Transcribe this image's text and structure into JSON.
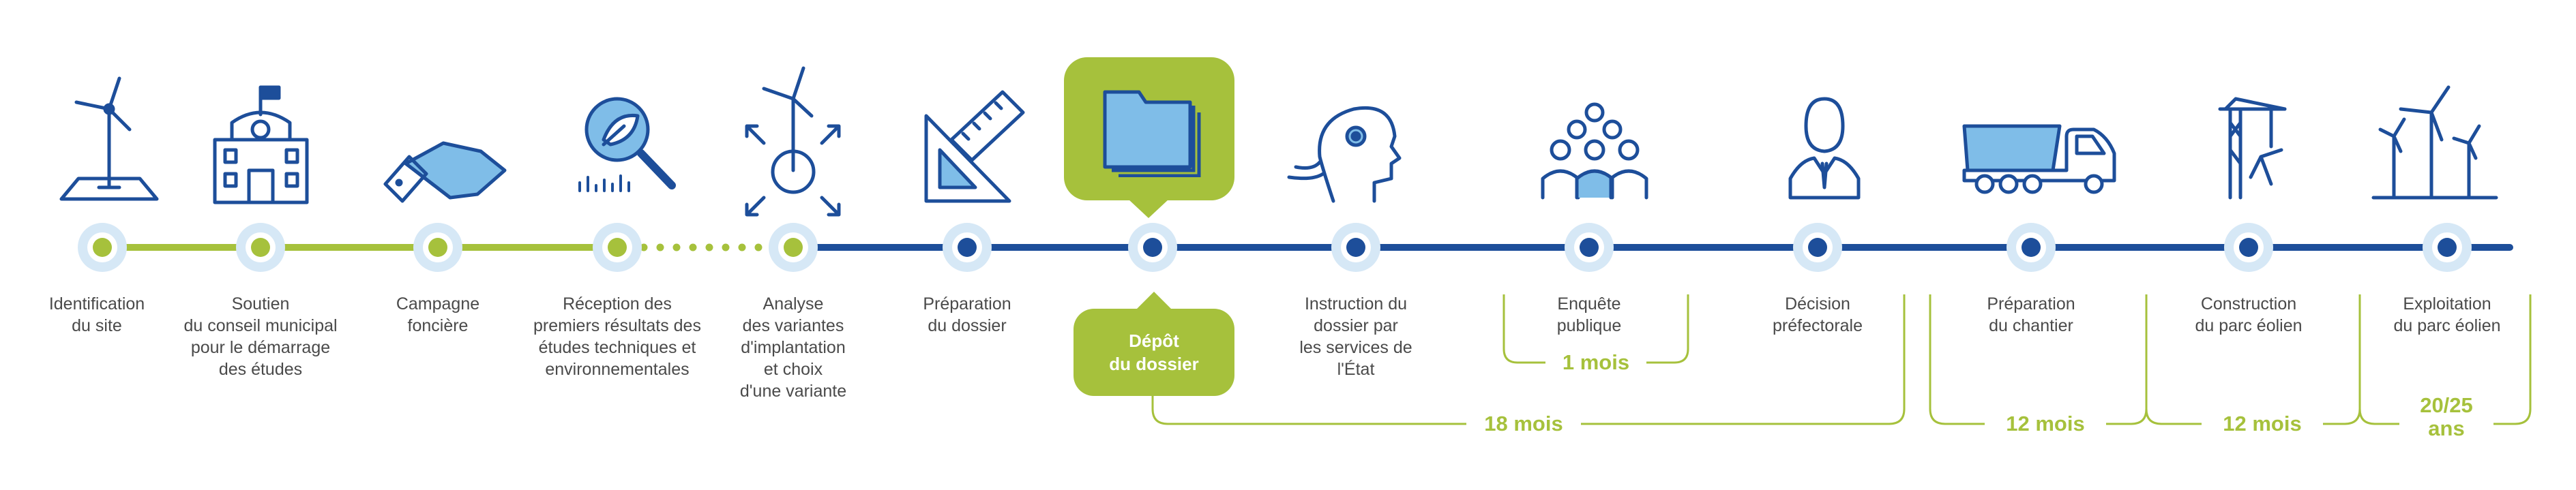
{
  "steps": [
    {
      "label": "Identification\ndu site",
      "icon": "wind-turbine-site-icon",
      "status": "done"
    },
    {
      "label": "Soutien\ndu conseil municipal\npour le démarrage\ndes études",
      "icon": "town-hall-icon",
      "status": "done"
    },
    {
      "label": "Campagne\nfoncière",
      "icon": "handshake-icon",
      "status": "done"
    },
    {
      "label": "Réception des\npremiers résultats des\nétudes techniques et\nenvironnementales",
      "icon": "magnifier-leaf-icon",
      "status": "done"
    },
    {
      "label": "Analyse\ndes variantes\nd'implantation\net choix\nd'une variante",
      "icon": "turbine-variants-icon",
      "status": "done"
    },
    {
      "label": "Préparation\ndu dossier",
      "icon": "ruler-set-square-icon",
      "status": "todo"
    },
    {
      "label": "Dépôt\ndu dossier",
      "icon": "folder-icon",
      "status": "current"
    },
    {
      "label": "Instruction du\ndossier par\nles services de\nl'État",
      "icon": "head-profile-icon",
      "status": "todo"
    },
    {
      "label": "Enquête\npublique",
      "icon": "public-group-icon",
      "status": "todo"
    },
    {
      "label": "Décision\npréfectorale",
      "icon": "official-person-icon",
      "status": "todo"
    },
    {
      "label": "Préparation\ndu chantier",
      "icon": "dump-truck-icon",
      "status": "todo"
    },
    {
      "label": "Construction\ndu parc éolien",
      "icon": "crane-turbine-icon",
      "status": "todo"
    },
    {
      "label": "Exploitation\ndu parc éolien",
      "icon": "wind-farm-icon",
      "status": "todo"
    }
  ],
  "durations": [
    {
      "label": "1 mois"
    },
    {
      "label": "18 mois"
    },
    {
      "label": "12 mois"
    },
    {
      "label": "12 mois"
    },
    {
      "label": "20/25\nans"
    }
  ],
  "colors": {
    "navy": "#1d4e9a",
    "green": "#a6c13c",
    "halo": "#d6e8f6",
    "text": "#4a4a4a"
  }
}
